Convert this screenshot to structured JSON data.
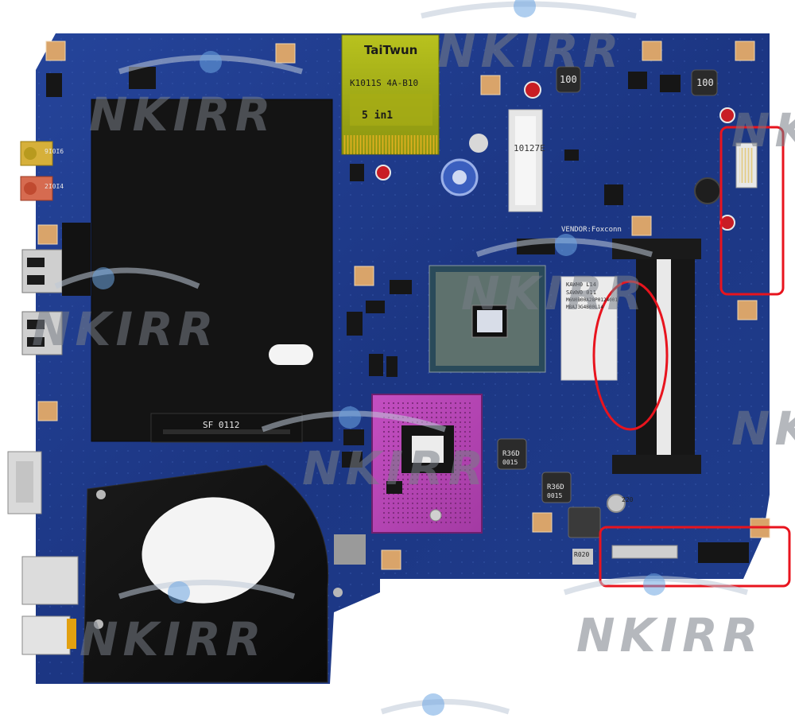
{
  "watermark": {
    "text": "NKIRR",
    "color": "#7d828a"
  },
  "board": {
    "pcb_color": "#1f3a8c",
    "components": {
      "card_reader_brand": "TaiTwun",
      "card_reader_code": "K1011S 4A-B10",
      "card_reader_label": "5 in1",
      "inductor_1": "100",
      "inductor_2": "100",
      "mini_pcie_label": "10127E",
      "vendor_label": "VENDOR:Foxconn",
      "hdd_connector_label": "SF 0112",
      "audio_jack_1": "9I0I6",
      "audio_jack_2": "2I0I4",
      "choke_1": "R36D",
      "choke_1_sub": "0015",
      "choke_2": "R36D",
      "choke_2_sub": "0015",
      "cap_label": "220",
      "resistor_label": "R020",
      "sticker_lines": [
        "KAWH0 L14",
        "SAWW0 011",
        "M6N0B00A28P0124001",
        "MBAJ3G4B00L14"
      ]
    },
    "highlight_color": "#e8141e"
  }
}
